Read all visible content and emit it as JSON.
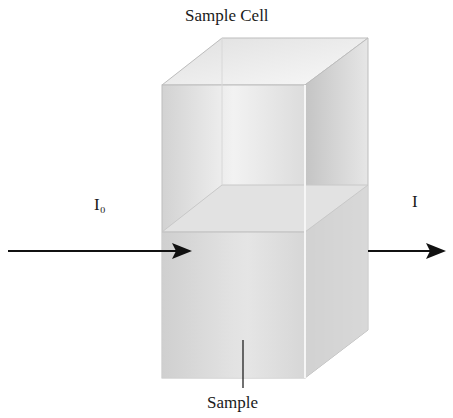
{
  "diagram": {
    "title": "Sample Cell",
    "labels": [
      "I₀",
      "I",
      "Sample"
    ]
  }
}
